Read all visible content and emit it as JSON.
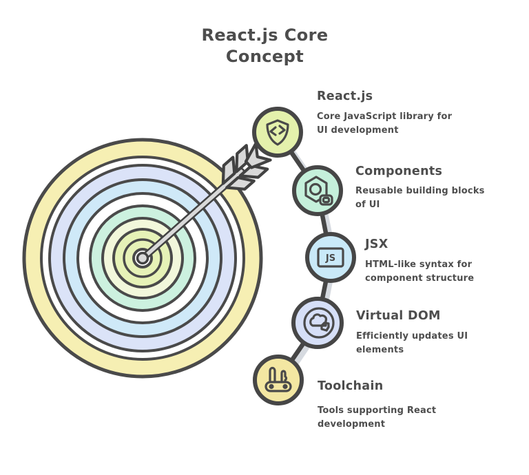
{
  "title": "React.js Core\nConcept",
  "colors": {
    "text": "#4d4d4d",
    "outline": "#4a4a4a",
    "arrow_gray": "#d9d9d9",
    "shadow_gray": "#d6dae0",
    "white": "#ffffff",
    "ring_yellow": "#f6efb3",
    "ring_lavender": "#dbe3f8",
    "ring_blue": "#cfe9f8",
    "ring_mint": "#ccf1df",
    "ring_pale_lime": "#f2f7db",
    "ring_lime": "#e6f2b7",
    "jsx_badge_fill": "#e3f4fd"
  },
  "items": [
    {
      "title": "React.js",
      "description": "Core JavaScript library for UI development",
      "icon": "shield-code-icon",
      "circle_color": "#e4f1ac"
    },
    {
      "title": "Components",
      "description": "Reusable building blocks of UI",
      "icon": "hexagon-nut-icon",
      "circle_color": "#c5f0db"
    },
    {
      "title": "JSX",
      "description": "HTML-like syntax for component structure",
      "icon": "js-badge-icon",
      "badge": "JS",
      "circle_color": "#c9e9f8"
    },
    {
      "title": "Virtual DOM",
      "description": "Efficiently updates UI elements",
      "icon": "cloud-dom-icon",
      "circle_color": "#d6dff7"
    },
    {
      "title": "Toolchain",
      "description": "Tools supporting React development",
      "icon": "swiss-knife-icon",
      "circle_color": "#f3e7a2"
    }
  ]
}
